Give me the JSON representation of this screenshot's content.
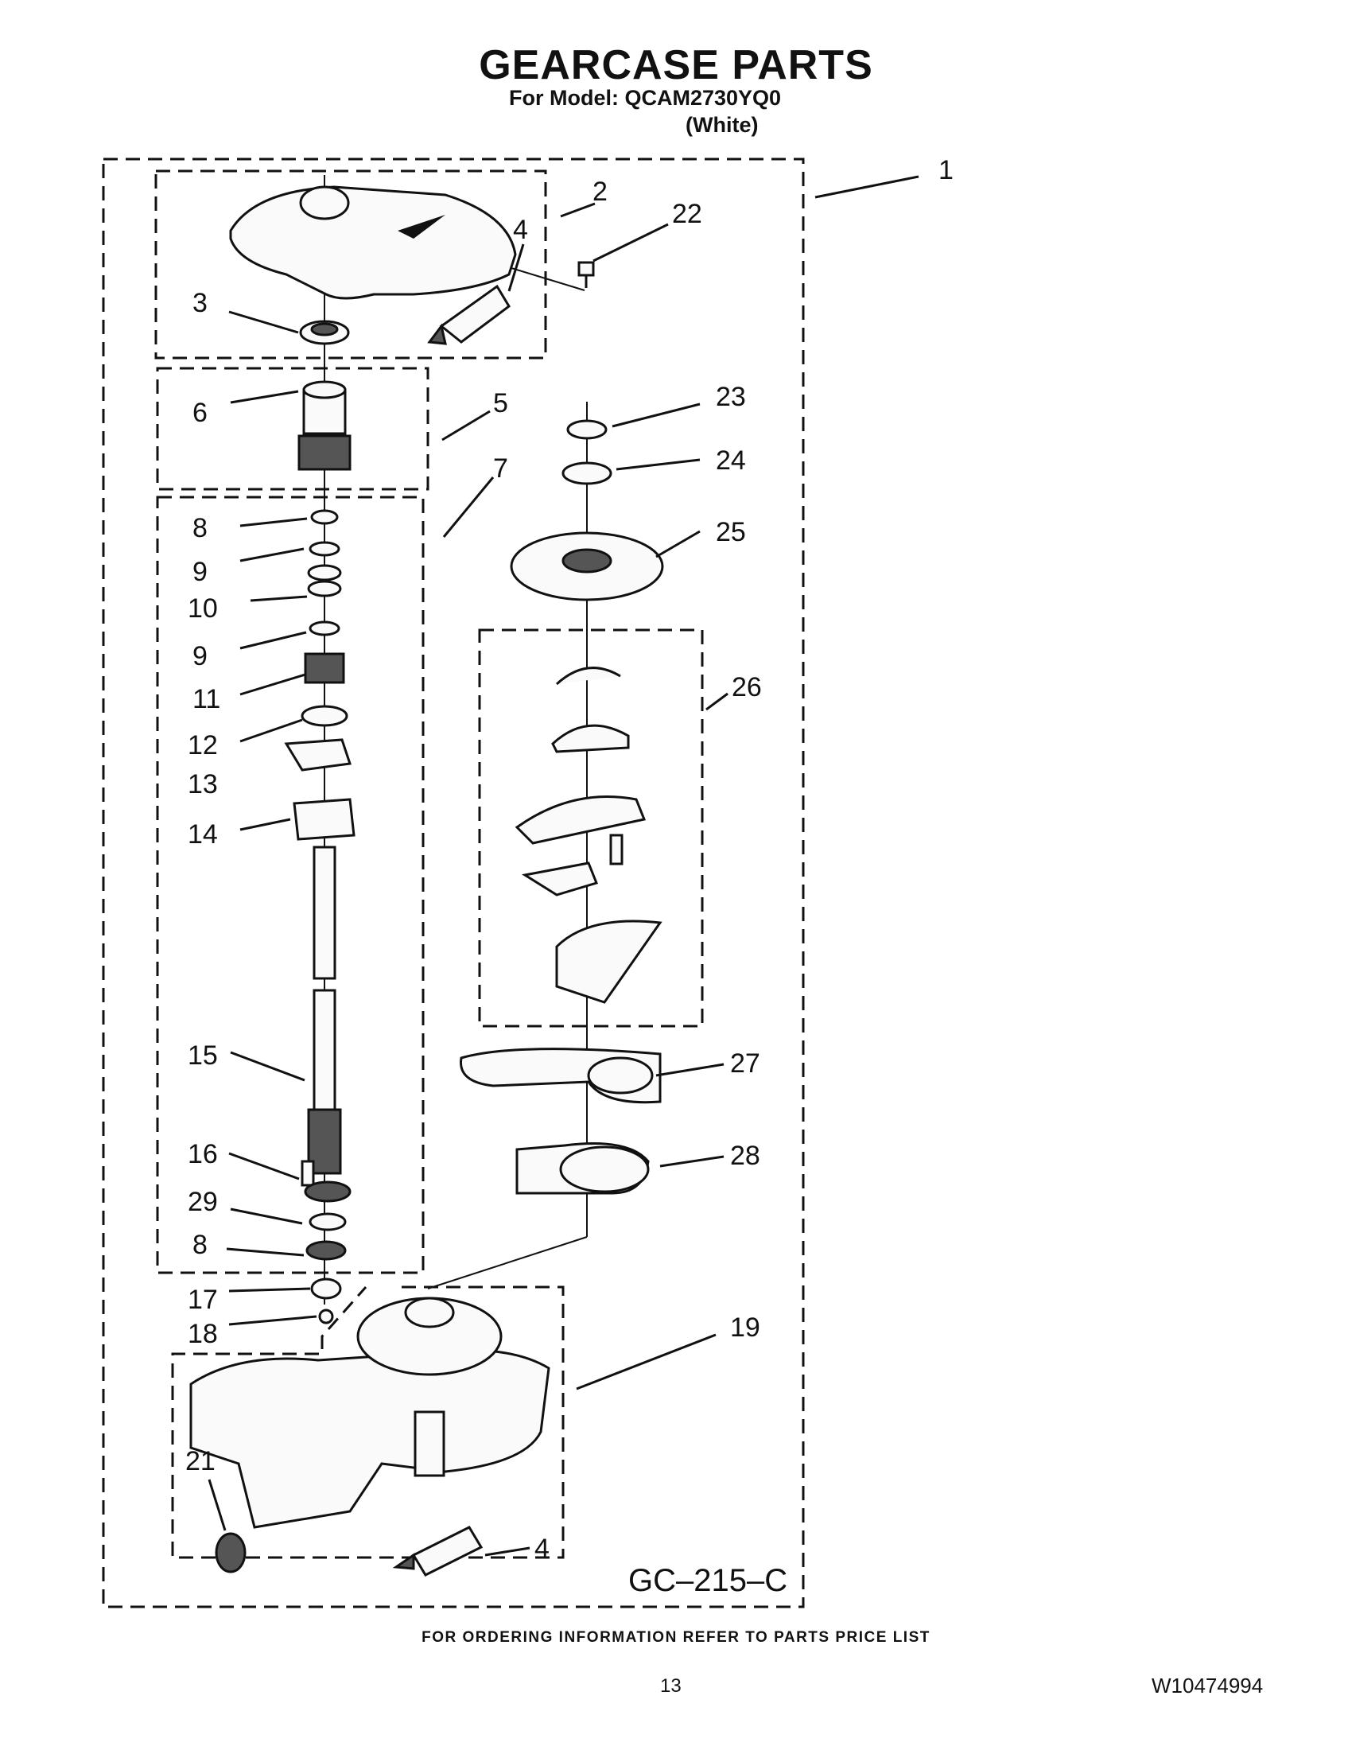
{
  "header": {
    "title": "GEARCASE PARTS",
    "model": "For Model: QCAM2730YQ0",
    "color": "(White)"
  },
  "callouts": {
    "c1": "1",
    "c2": "2",
    "c3": "3",
    "c4a": "4",
    "c22": "22",
    "c5": "5",
    "c6": "6",
    "c7": "7",
    "c8a": "8",
    "c9a": "9",
    "c10": "10",
    "c9b": "9",
    "c11": "11",
    "c12": "12",
    "c13": "13",
    "c14": "14",
    "c15": "15",
    "c16": "16",
    "c29": "29",
    "c8b": "8",
    "c17": "17",
    "c18": "18",
    "c21": "21",
    "c4b": "4",
    "c19": "19",
    "c23": "23",
    "c24": "24",
    "c25": "25",
    "c26": "26",
    "c27": "27",
    "c28": "28"
  },
  "diagram_code": "GC–215–C",
  "footer": {
    "note": "FOR ORDERING INFORMATION REFER TO PARTS PRICE LIST",
    "page": "13",
    "doc_number": "W10474994"
  }
}
